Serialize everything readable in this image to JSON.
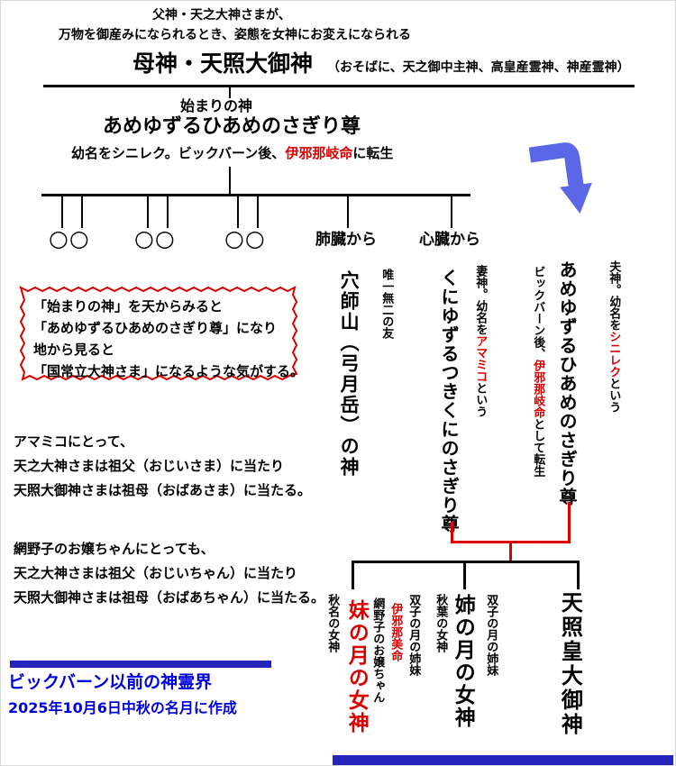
{
  "header": {
    "line1": "父神・天之大神さまが、",
    "line2": "万物を御産みになられるとき、姿態を女神にお変えになられる",
    "title": "母神・天照大御神",
    "title_note": "（おそばに、天之御中主神、高皇産霊神、神産霊神）"
  },
  "origin": {
    "label": "始まりの神",
    "name": "あめゆずるひあめのさぎり尊",
    "subtitle_pre": "幼名をシニレク。ビックバーン後、",
    "subtitle_red": "伊邪那岐命",
    "subtitle_post": "に転生"
  },
  "tree": {
    "pair1": "○○",
    "pair2": "○○",
    "pair3": "○○",
    "lung_label": "肺臓から",
    "heart_label": "心臓から"
  },
  "friend": {
    "note": "唯一無二の友",
    "name": "穴師山（弓月岳）の神"
  },
  "wife": {
    "note_pre": "妻神。幼名を",
    "note_red": "アマミコ",
    "note_post": "という",
    "name": "くにゆずるつきくにのさぎり尊"
  },
  "husband": {
    "note_pre": "夫神。幼名を",
    "note_red": "シニレク",
    "note_post": "という",
    "name": "あめゆずるひあめのさぎり尊",
    "note2_pre": "ビックバーン後、",
    "note2_red": "伊邪那岐命",
    "note2_post": "として転生"
  },
  "prophecy_box": {
    "line1": "「始まりの神」を天からみると",
    "line2": "「あめゆずるひあめのさぎり尊」になり",
    "line3": "地から見ると",
    "line4": "「国常立大神さま」になるような気がする。"
  },
  "amamiko_note": {
    "line1": "アマミコにとって、",
    "line2": "天之大神さまは祖父（おじいさま）に当たり",
    "line3": "天照大御神さまは祖母（おばあさま）に当たる。"
  },
  "aminoko_note": {
    "line1": "網野子のお嬢ちゃんにとっても、",
    "line2": "天之大神さまは祖父（おじいちゃん）に当たり",
    "line3": "天照大御神さまは祖母（おばあちゃん）に当たる。"
  },
  "children": {
    "amaterasu": "天照皇大御神",
    "elder_note_right": "双子の月の姉妹",
    "elder_name": "姉の月の女神",
    "elder_note_left": "秋葉の女神",
    "younger_note1": "双子の月の姉妹",
    "younger_note2": "伊邪那美命",
    "younger_note3": "網野子のお嬢ちゃん",
    "younger_name": "妹の月の女神",
    "younger_note_left": "秋名の女神"
  },
  "footer": {
    "title": "ビックバーン以前の神霊界",
    "date": "2025年10月6日中秋の名月に作成"
  },
  "colors": {
    "accent_red": "#dd0000",
    "text_blue": "#0000dd",
    "bar_blue": "#2525bb",
    "arrow_blue": "#5b67e6"
  }
}
